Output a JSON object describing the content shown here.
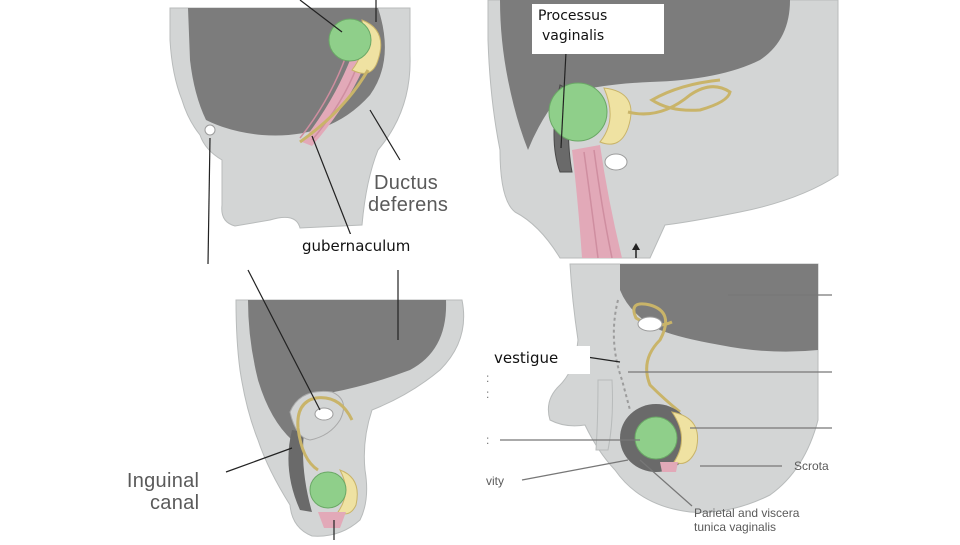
{
  "diagram": {
    "labels": {
      "processus_vaginalis_line1": "Processus",
      "processus_vaginalis_line2": "vaginalis",
      "gubernaculum": "gubernaculum",
      "vestigue": "vestigue",
      "ductus_deferens_line1": "Ductus",
      "ductus_deferens_line2": "deferens",
      "inguinal_canal_line1": "Inguinal",
      "inguinal_canal_line2": "canal",
      "scrotum_partial": "Scrota",
      "cavity_partial": "vity",
      "tunica_line1": "Parietal and viscera",
      "tunica_line2": "tunica vaginalis"
    },
    "colors": {
      "body_tissue": "#d3d5d5",
      "cavity": "#7c7c7c",
      "testis": "#8fcf8a",
      "epididymis": "#efe2a2",
      "gubernaculum_fibers": "#e2a9b8",
      "label_box": "#ffffff"
    }
  }
}
